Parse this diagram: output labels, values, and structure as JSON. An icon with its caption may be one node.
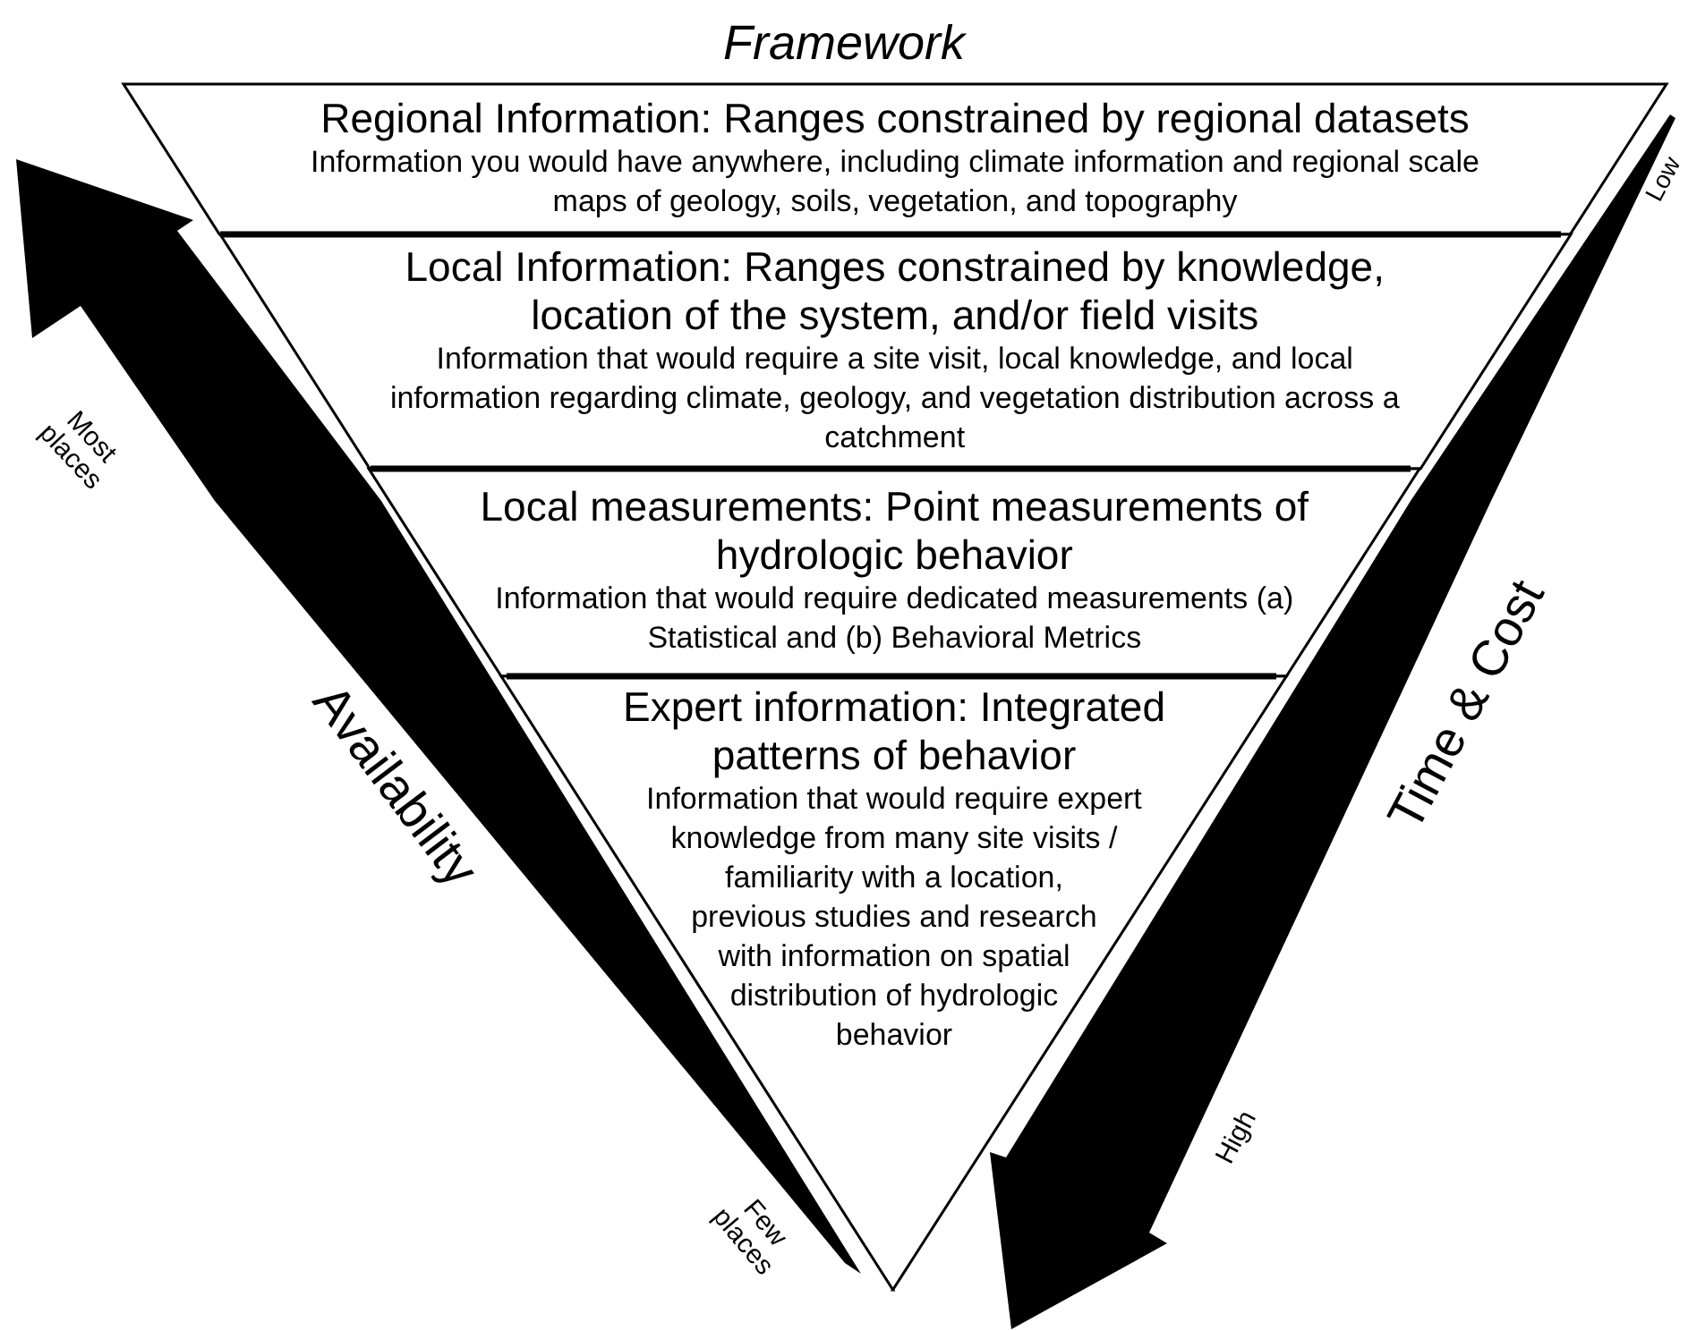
{
  "diagram": {
    "title": "Framework",
    "nodes": [
      {
        "text": [
          "Regional Information: Ranges constrained by regional datasets",
          "Information you would have anywhere, including climate information and regional scale maps of geology, soils, vegetation, and topography"
        ]
      },
      {
        "text": [
          "Local Information: Ranges constrained by knowledge, location of the system, and/or field visits",
          "Information that would require a site visit, local knowledge, and local information regarding climate, geology, and vegetation distribution across a catchment"
        ]
      },
      {
        "text": [
          "Local measurements: Point measurements of hydrologic behavior",
          "Information that would require dedicated measurements (a) Statistical and (b) Behavioral Metrics"
        ]
      },
      {
        "text": [
          "Expert information: Integrated patterns of behavior",
          "Information that would require expert knowledge from many site visits / familiarity with a location, previous studies and research with information on spatial distribution of hydrologic behavior"
        ]
      }
    ],
    "labels": [
      "Most places",
      "Availability",
      "Few places",
      "Low",
      "Time & Cost",
      "High"
    ]
  }
}
